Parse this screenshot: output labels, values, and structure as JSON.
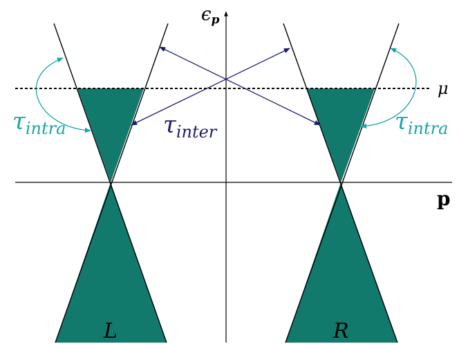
{
  "labels": {
    "y_axis": "ϵ",
    "y_axis_sub": "p",
    "x_axis": "p",
    "mu": "μ",
    "tau_inter_base": "τ",
    "tau_inter_sub": "inter",
    "tau_intra_base": "τ",
    "tau_intra_sub": "intra",
    "cone_left": "L",
    "cone_right": "R"
  },
  "colors": {
    "filled_region": "#127a6c",
    "intra_arrow": "#1aa3a8",
    "inter_arrow": "#1c1c6e",
    "lines": "#000000"
  }
}
